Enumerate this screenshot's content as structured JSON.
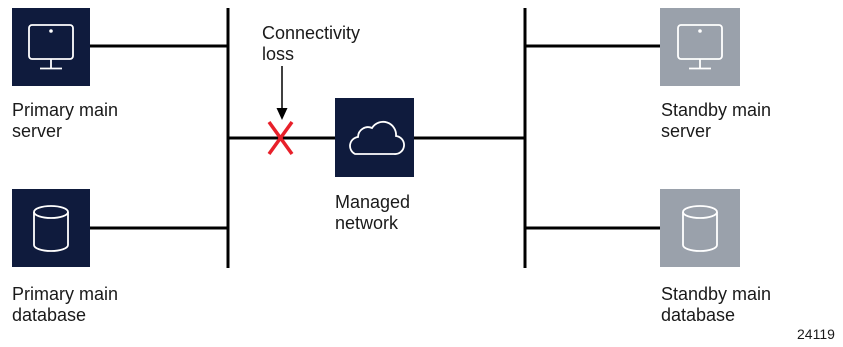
{
  "labels": {
    "primary_server": "Primary main\nserver",
    "primary_database": "Primary main\ndatabase",
    "connectivity_loss": "Connectivity\nloss",
    "managed_network": "Managed\nnetwork",
    "standby_server": "Standby main\nserver",
    "standby_database": "Standby main\ndatabase",
    "figure_id": "24119"
  },
  "icons": {
    "primary_server": "monitor-icon",
    "primary_database": "database-icon",
    "managed_network": "cloud-icon",
    "standby_server": "monitor-icon",
    "standby_database": "database-icon",
    "failure_marker": "x-mark-icon"
  },
  "colors": {
    "primary_tile": "#0f1b3d",
    "standby_tile": "#9aa1ab",
    "line": "#000000",
    "failure": "#e8202a",
    "text": "#1a1a1a"
  }
}
